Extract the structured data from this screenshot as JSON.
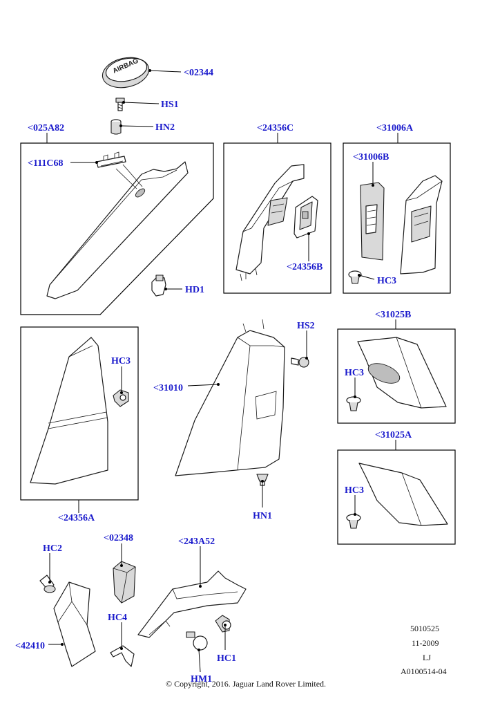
{
  "callouts": {
    "c02344": "<02344",
    "hs1": "HS1",
    "hn2": "HN2",
    "c025a82": "<025A82",
    "c111c68": "<111C68",
    "hd1": "HD1",
    "c24356c": "<24356C",
    "c24356b": "<24356B",
    "c31006a": "<31006A",
    "c31006b": "<31006B",
    "hc3_a": "HC3",
    "hc3_b": "HC3",
    "c24356a": "<24356A",
    "c31010": "<31010",
    "hs2": "HS2",
    "hn1": "HN1",
    "c31025b": "<31025B",
    "hc3_c": "HC3",
    "c31025a": "<31025A",
    "hc3_d": "HC3",
    "hc2": "HC2",
    "c02348": "<02348",
    "c243a52": "<243A52",
    "hc4": "HC4",
    "c42410": "<42410",
    "hc1": "HC1",
    "hm1": "HM1"
  },
  "badge_text": "AIRBAG",
  "meta": {
    "code1": "5010525",
    "date": "11-2009",
    "initials": "LJ",
    "ref": "A0100514-04"
  },
  "copyright": "© Copyright, 2016. Jaguar Land Rover Limited.",
  "colors": {
    "callout": "#1a1acc",
    "line": "#000000",
    "part_shade": "#d9d9d9"
  }
}
